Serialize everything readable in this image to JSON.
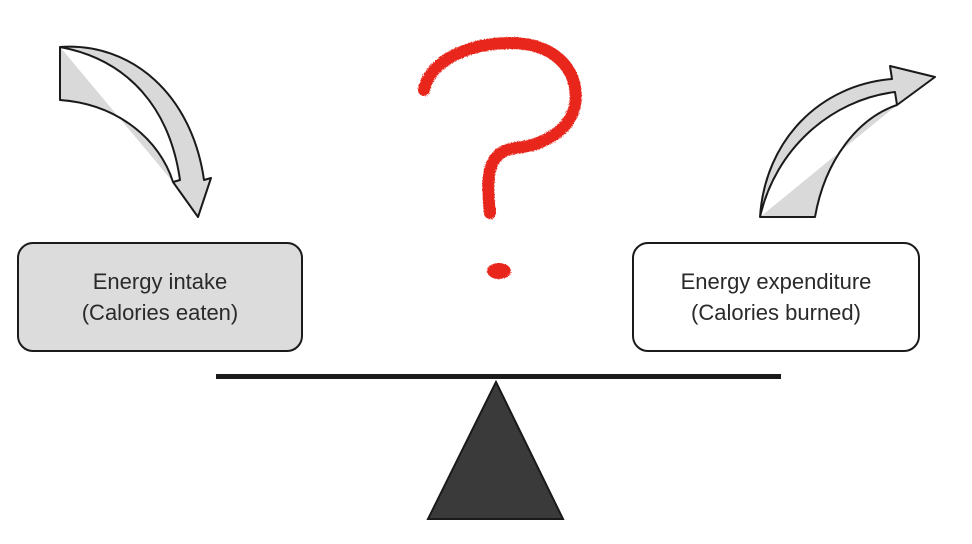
{
  "intake": {
    "title": "Energy intake",
    "subtitle": "(Calories eaten)"
  },
  "expenditure": {
    "title": "Energy expenditure",
    "subtitle": "(Calories burned)"
  },
  "colors": {
    "intake_fill": "#dcdcdc",
    "expenditure_fill": "#ffffff",
    "arrow_fill": "#d9d9d9",
    "question_mark": "#e8281c",
    "fulcrum": "#3a3a3a",
    "beam": "#1a1a1a",
    "outline": "#1a1a1a"
  },
  "icons": {
    "symbol": "question-mark-icon"
  }
}
